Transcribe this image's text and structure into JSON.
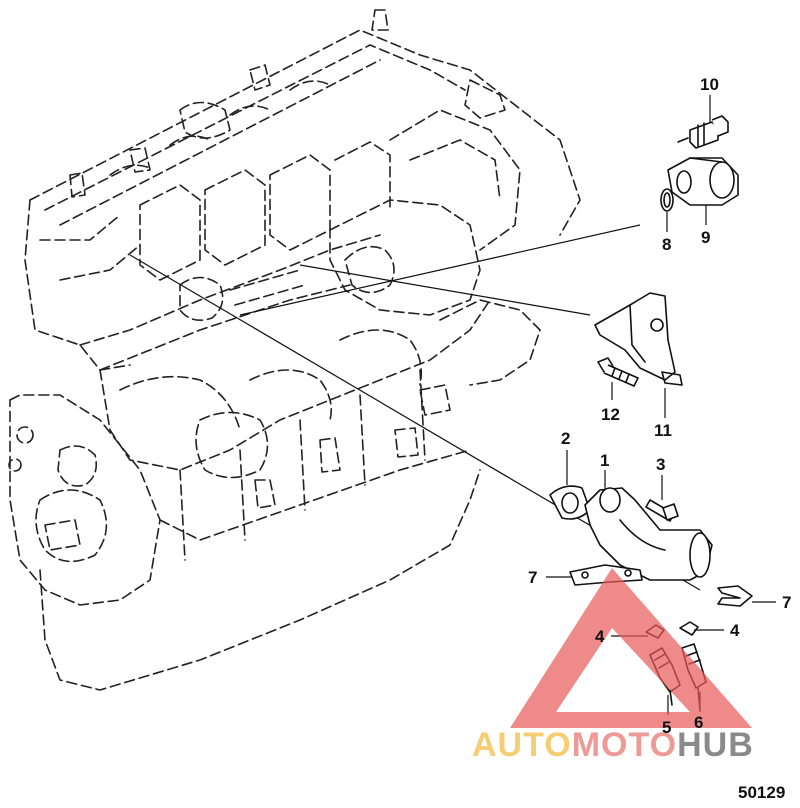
{
  "diagram_number": "50129",
  "watermark": {
    "text_part1": "AUTO",
    "text_part2": "MOTO",
    "text_part3": "HUB",
    "color_part1": "#f4b93a",
    "color_part2": "#e8706a",
    "color_part3": "#5a5a5a",
    "triangle_color": "#e85a5a"
  },
  "callouts": [
    {
      "id": "c10",
      "label": "10"
    },
    {
      "id": "c8",
      "label": "8"
    },
    {
      "id": "c9",
      "label": "9"
    },
    {
      "id": "c12",
      "label": "12"
    },
    {
      "id": "c11",
      "label": "11"
    },
    {
      "id": "c2",
      "label": "2"
    },
    {
      "id": "c1",
      "label": "1"
    },
    {
      "id": "c3",
      "label": "3"
    },
    {
      "id": "c7a",
      "label": "7"
    },
    {
      "id": "c7b",
      "label": "7"
    },
    {
      "id": "c4a",
      "label": "4"
    },
    {
      "id": "c4b",
      "label": "4"
    },
    {
      "id": "c5",
      "label": "5"
    },
    {
      "id": "c6",
      "label": "6"
    }
  ]
}
